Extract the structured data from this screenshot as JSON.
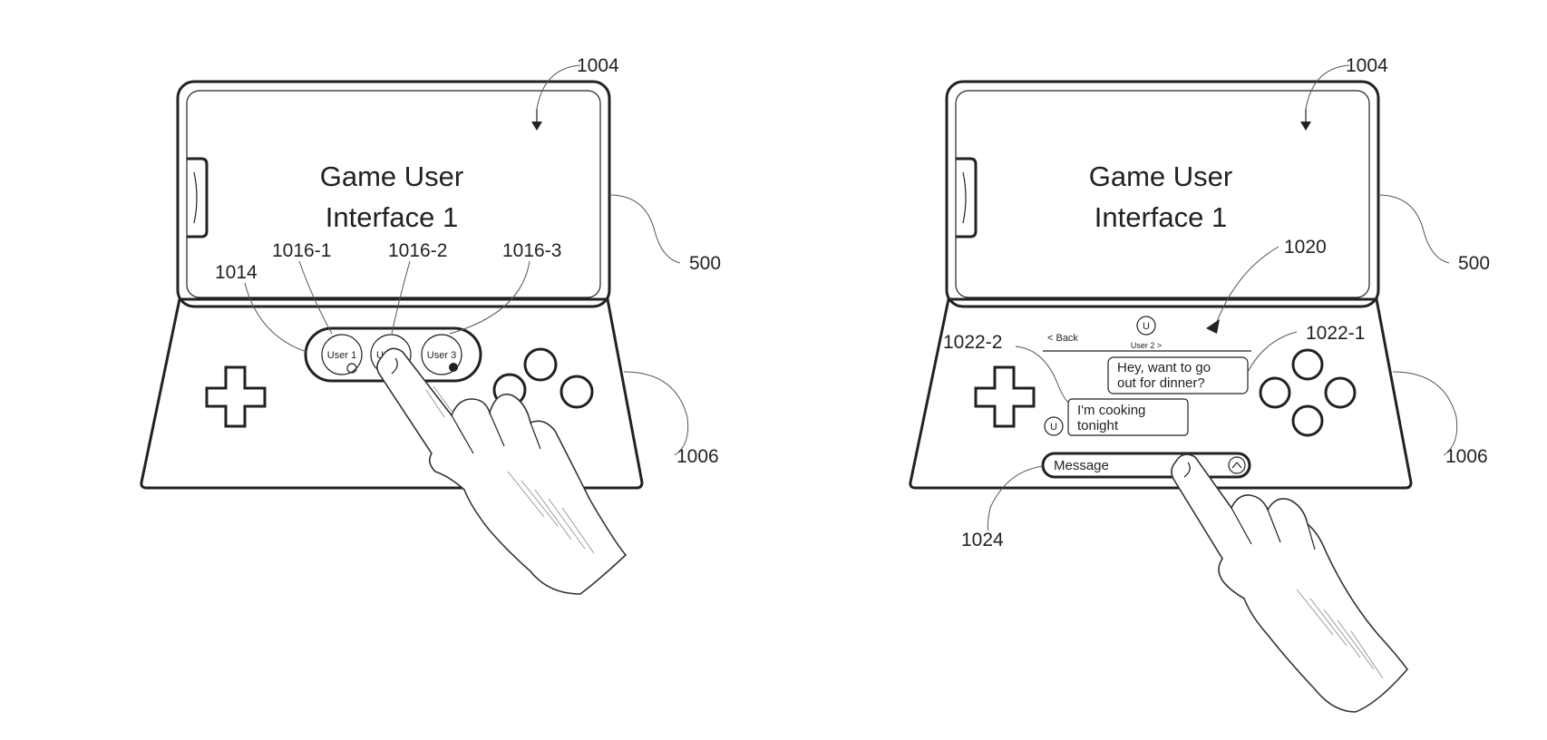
{
  "left_figure": {
    "screen_title_line1": "Game User",
    "screen_title_line2": "Interface 1",
    "refs": {
      "screen": "1004",
      "device": "500",
      "controller": "1006",
      "user_selector": "1014",
      "user1": "1016-1",
      "user2": "1016-2",
      "user3": "1016-3"
    },
    "user_buttons": [
      "User 1",
      "U",
      "User 3"
    ]
  },
  "right_figure": {
    "screen_title_line1": "Game User",
    "screen_title_line2": "Interface 1",
    "refs": {
      "screen": "1004",
      "device": "500",
      "controller": "1006",
      "chat_panel": "1020",
      "message_received": "1022-1",
      "message_sent": "1022-2",
      "message_input": "1024"
    },
    "chat": {
      "back_label": "< Back",
      "contact_label": "User 2 >",
      "avatar_letter": "U",
      "msg1_line1": "Hey, want to go",
      "msg1_line2": "out for dinner?",
      "msg2_line1": "I'm cooking",
      "msg2_line2": "tonight",
      "input_placeholder": "Message",
      "send_icon": "chevron-up-icon"
    }
  }
}
